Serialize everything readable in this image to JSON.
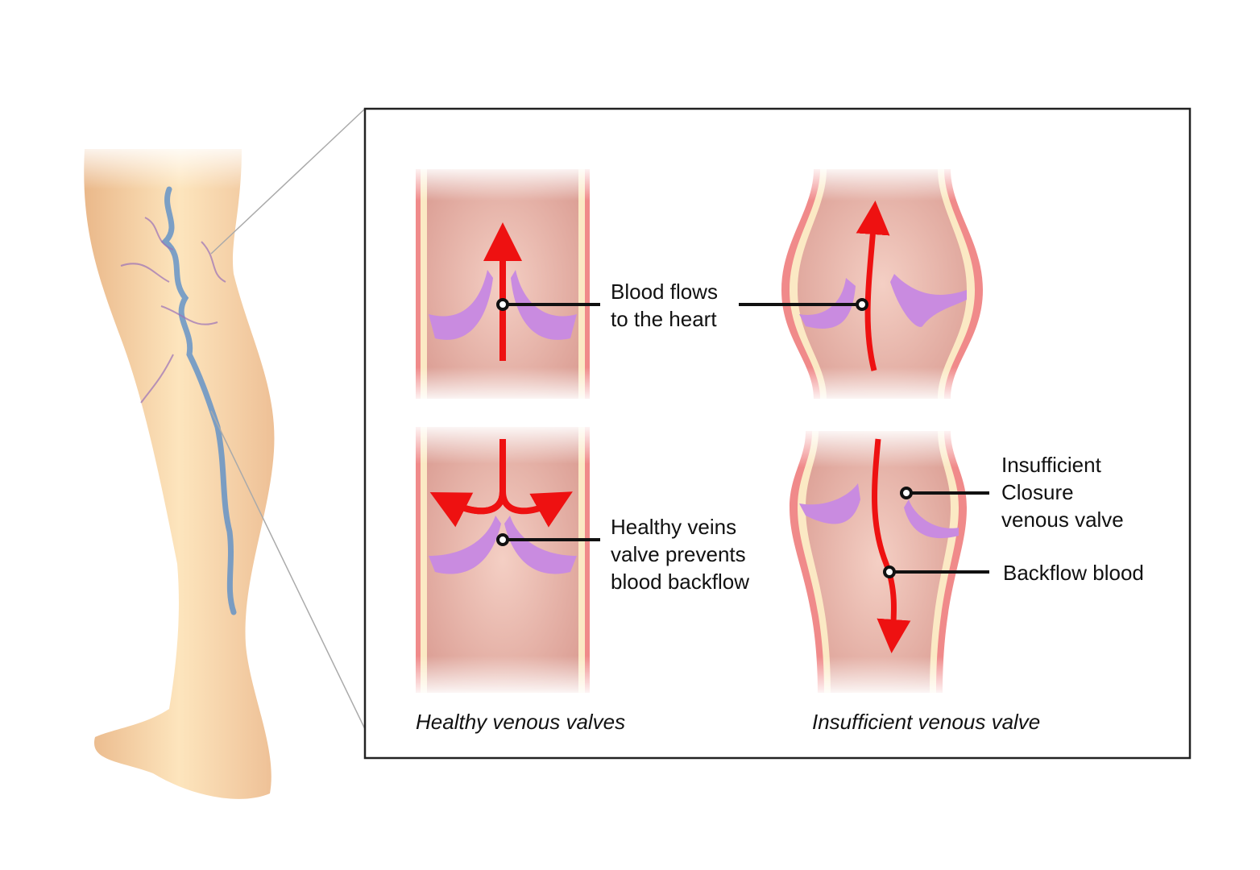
{
  "labels": {
    "blood_flows_line1": "Blood flows",
    "blood_flows_line2": "to the heart",
    "healthy_line1": "Healthy veins",
    "healthy_line2": "valve prevents",
    "healthy_line3": "blood backflow",
    "insufficient_line1": "Insufficient",
    "insufficient_line2": "Closure",
    "insufficient_line3": "venous valve",
    "backflow": "Backflow blood"
  },
  "captions": {
    "healthy": "Healthy venous valves",
    "insufficient": "Insufficient venous valve"
  },
  "colors": {
    "arrow": "#ee1111",
    "vein_wall": "#f08a8a",
    "vein_inner": "#fbe9c4",
    "valve": "#c98be0",
    "skin": "#f6d3a6",
    "varicose": "#5b8fc8"
  }
}
